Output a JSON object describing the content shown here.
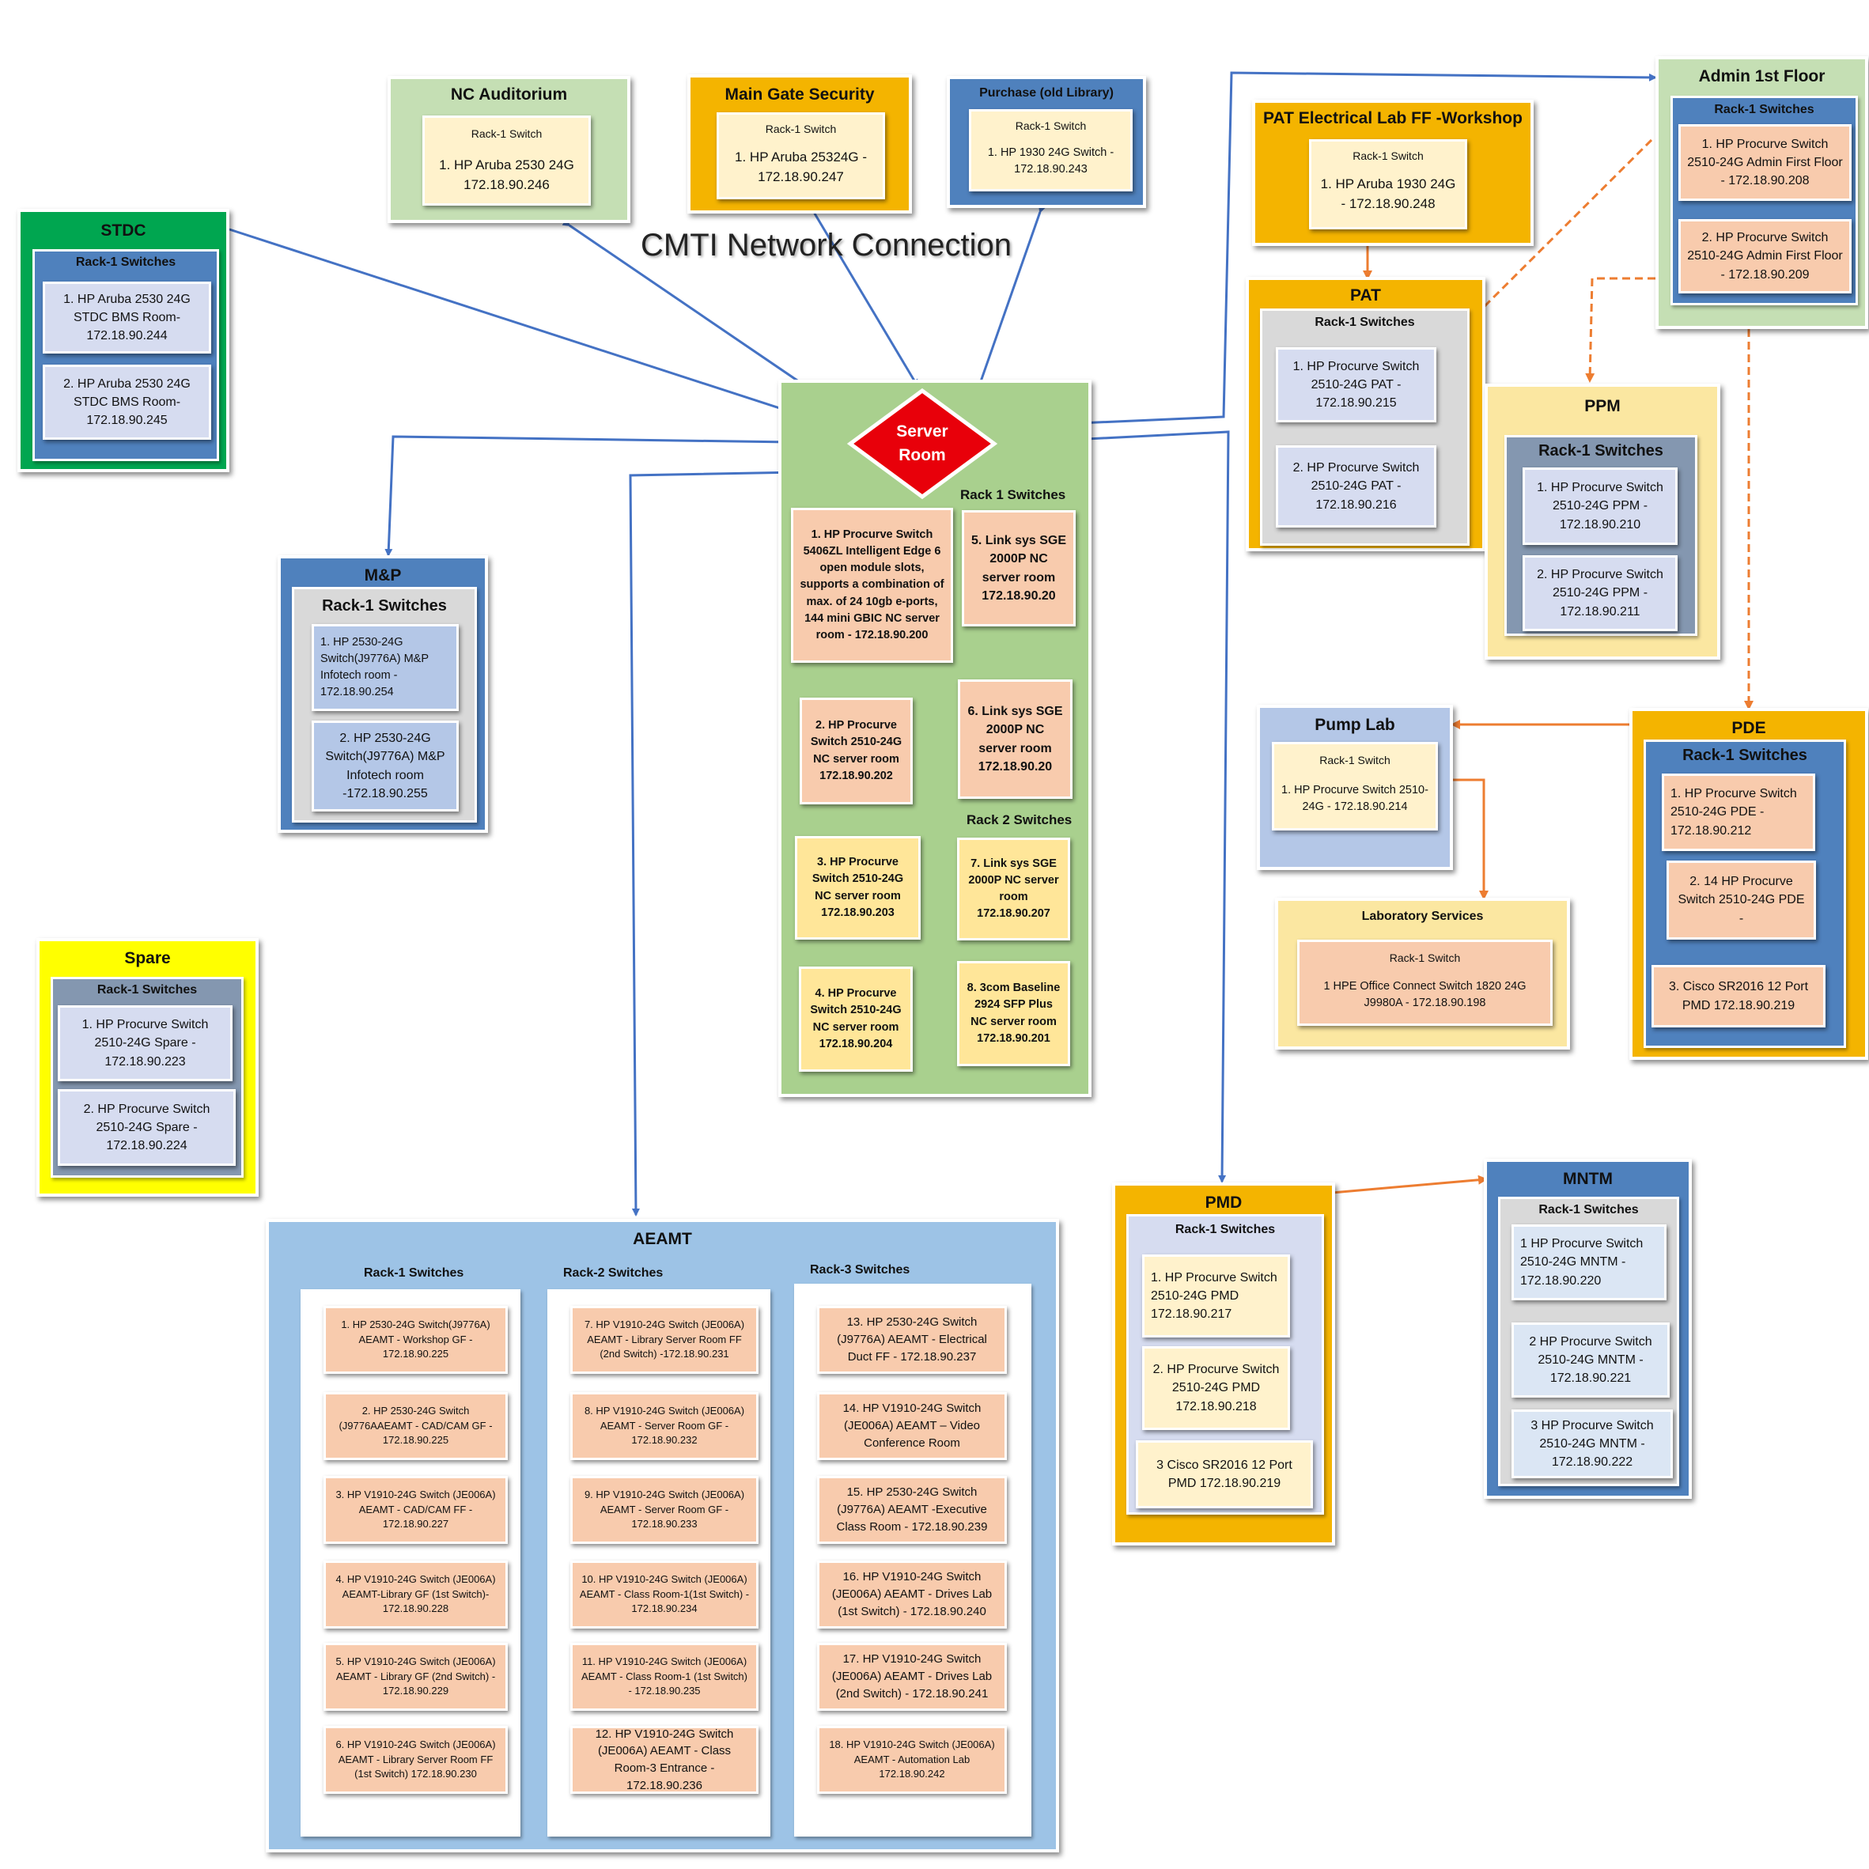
{
  "title": "CMTI Network Connection",
  "colors": {
    "link_blue": "#4472c4",
    "link_orange": "#ed7d31",
    "server_red": "#e8000a"
  },
  "server_room": {
    "label": "Server\nRoom",
    "rack1_label": "Rack 1 Switches",
    "rack2_label": "Rack 2 Switches",
    "items": [
      "1. HP Procurve Switch 5406ZL Intelligent Edge 6 open module slots, supports a combination of max. of 24 10gb e-ports, 144 mini GBIC NC server room - 172.18.90.200",
      "5. Link sys SGE 2000P NC server room 172.18.90.20",
      "2. HP Procurve Switch 2510-24G NC server room 172.18.90.202",
      "6. Link sys SGE 2000P NC server room 172.18.90.20",
      "3. HP Procurve Switch 2510-24G NC server room 172.18.90.203",
      "7. Link sys SGE 2000P NC server room 172.18.90.207",
      "4. HP Procurve Switch 2510-24G NC server room 172.18.90.204",
      "8. 3com Baseline 2924 SFP Plus NC server room 172.18.90.201"
    ]
  },
  "nc_auditorium": {
    "title": "NC Auditorium",
    "rack": "Rack-1 Switch",
    "item": "1. HP Aruba 2530 24G 172.18.90.246"
  },
  "main_gate": {
    "title": "Main Gate Security",
    "rack": "Rack-1 Switch",
    "item": "1. HP Aruba 25324G - 172.18.90.247"
  },
  "purchase": {
    "title": "Purchase (old Library)",
    "rack": "Rack-1 Switch",
    "item": "1. HP 1930 24G Switch - 172.18.90.243"
  },
  "pat_lab": {
    "title": "PAT Electrical Lab FF -Workshop",
    "rack": "Rack-1 Switch",
    "item": "1. HP Aruba 1930 24G - 172.18.90.248"
  },
  "admin": {
    "title": "Admin 1st Floor",
    "rack": "Rack-1 Switches",
    "items": [
      "1. HP Procurve Switch 2510-24G Admin First Floor - 172.18.90.208",
      "2. HP Procurve Switch 2510-24G Admin First Floor - 172.18.90.209"
    ]
  },
  "stdc": {
    "title": "STDC",
    "rack": "Rack-1 Switches",
    "items": [
      "1. HP Aruba 2530 24G STDC BMS Room- 172.18.90.244",
      "2. HP Aruba 2530 24G STDC BMS Room- 172.18.90.245"
    ]
  },
  "pat": {
    "title": "PAT",
    "rack": "Rack-1 Switches",
    "items": [
      "1. HP Procurve Switch 2510-24G PAT - 172.18.90.215",
      "2. HP Procurve Switch 2510-24G PAT - 172.18.90.216"
    ]
  },
  "ppm": {
    "title": "PPM",
    "rack": "Rack-1 Switches",
    "items": [
      "1. HP Procurve Switch 2510-24G PPM - 172.18.90.210",
      "2. HP Procurve Switch 2510-24G PPM - 172.18.90.211"
    ]
  },
  "mp": {
    "title": "M&P",
    "rack": "Rack-1 Switches",
    "items": [
      "1. HP 2530-24G Switch(J9776A) M&P Infotech room - 172.18.90.254",
      "2. HP 2530-24G Switch(J9776A) M&P Infotech room -172.18.90.255"
    ]
  },
  "pump": {
    "title": "Pump Lab",
    "rack": "Rack-1 Switch",
    "item": "1. HP Procurve Switch 2510-24G - 172.18.90.214"
  },
  "pde": {
    "title": "PDE",
    "rack": "Rack-1 Switches",
    "items": [
      "1. HP Procurve Switch 2510-24G PDE - 172.18.90.212",
      "2. 14 HP Procurve Switch 2510-24G PDE -",
      "3. Cisco SR2016 12 Port PMD 172.18.90.219"
    ]
  },
  "lab_services": {
    "title": "Laboratory Services",
    "rack": "Rack-1 Switch",
    "item": "1 HPE Office Connect Switch 1820 24G J9980A - 172.18.90.198"
  },
  "spare": {
    "title": "Spare",
    "rack": "Rack-1 Switches",
    "items": [
      "1. HP Procurve Switch 2510-24G Spare - 172.18.90.223",
      "2. HP Procurve Switch 2510-24G Spare - 172.18.90.224"
    ]
  },
  "pmd": {
    "title": "PMD",
    "rack": "Rack-1 Switches",
    "items": [
      "1. HP Procurve Switch 2510-24G PMD 172.18.90.217",
      "2. HP Procurve Switch 2510-24G PMD 172.18.90.218",
      "3 Cisco SR2016 12 Port PMD 172.18.90.219"
    ]
  },
  "mntm": {
    "title": "MNTM",
    "rack": "Rack-1 Switches",
    "items": [
      "1 HP Procurve Switch 2510-24G MNTM - 172.18.90.220",
      "2 HP Procurve Switch 2510-24G MNTM - 172.18.90.221",
      "3 HP Procurve Switch 2510-24G MNTM - 172.18.90.222"
    ]
  },
  "aeamt": {
    "title": "AEAMT",
    "racks": [
      {
        "label": "Rack-1 Switches",
        "items": [
          "1. HP 2530-24G Switch(J9776A) AEAMT - Workshop GF - 172.18.90.225",
          "2. HP 2530-24G Switch (J9776AAEAMT - CAD/CAM GF - 172.18.90.225",
          "3. HP V1910-24G Switch (JE006A) AEAMT - CAD/CAM FF - 172.18.90.227",
          "4. HP V1910-24G Switch (JE006A) AEAMT-Library GF (1st Switch)- 172.18.90.228",
          "5. HP V1910-24G Switch (JE006A) AEAMT - Library GF (2nd Switch) - 172.18.90.229",
          "6. HP V1910-24G Switch (JE006A) AEAMT - Library Server Room FF (1st Switch) 172.18.90.230"
        ]
      },
      {
        "label": "Rack-2 Switches",
        "items": [
          "7. HP V1910-24G Switch (JE006A) AEAMT - Library Server Room FF (2nd Switch) -172.18.90.231",
          "8. HP V1910-24G Switch (JE006A) AEAMT - Server Room GF - 172.18.90.232",
          "9. HP V1910-24G Switch (JE006A) AEAMT - Server Room GF - 172.18.90.233",
          "10. HP V1910-24G Switch (JE006A) AEAMT - Class Room-1(1st Switch) - 172.18.90.234",
          "11. HP V1910-24G Switch (JE006A) AEAMT - Class Room-1 (1st Switch) - 172.18.90.235",
          "12. HP V1910-24G Switch (JE006A) AEAMT - Class Room-3 Entrance - 172.18.90.236"
        ]
      },
      {
        "label": "Rack-3 Switches",
        "items": [
          "13. HP 2530-24G Switch (J9776A) AEAMT - Electrical Duct FF - 172.18.90.237",
          "14. HP V1910-24G Switch (JE006A) AEAMT – Video Conference Room",
          "15. HP 2530-24G Switch (J9776A) AEAMT -Executive Class Room - 172.18.90.239",
          "16. HP V1910-24G Switch (JE006A) AEAMT - Drives Lab (1st Switch) - 172.18.90.240",
          "17. HP V1910-24G Switch (JE006A) AEAMT - Drives Lab (2nd Switch) - 172.18.90.241",
          "18. HP V1910-24G Switch (JE006A) AEAMT - Automation Lab 172.18.90.242"
        ]
      }
    ]
  }
}
